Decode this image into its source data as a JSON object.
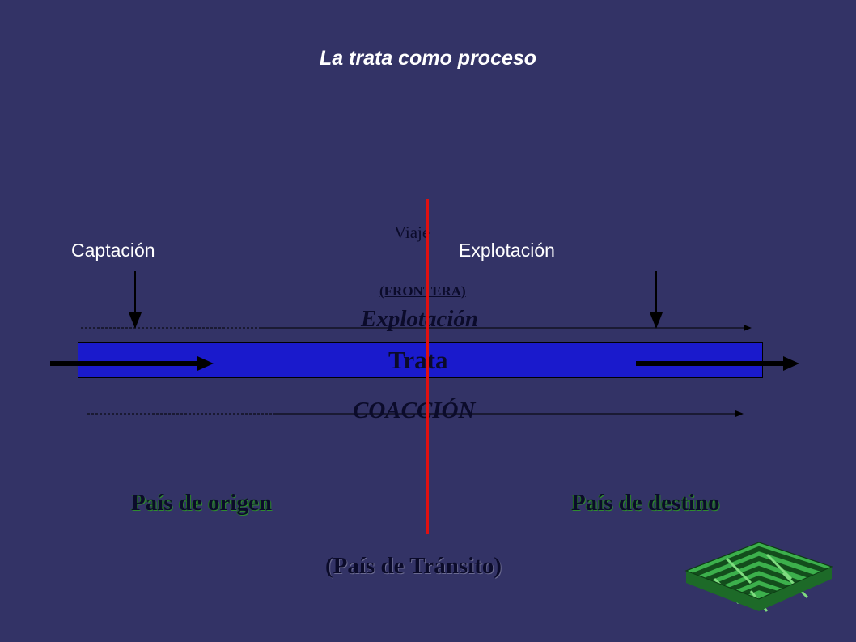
{
  "title": "La trata como proceso",
  "labels": {
    "captacion": "Captación",
    "explotacion_top": "Explotación",
    "viaje": "Viaje",
    "frontera": "(FRONTERA)",
    "explotacion_arrow": "Explotación",
    "trata": "Trata",
    "coaccion": "COACCIÓN",
    "pais_origen": "País de origen",
    "pais_destino": "País de destino",
    "pais_transito": "(País de Tránsito)"
  },
  "colors": {
    "background": "#333366",
    "bar": "#1a1acc",
    "border_line": "#e01010",
    "maze": "#2e9e3e"
  },
  "icons": [
    "maze-icon"
  ]
}
